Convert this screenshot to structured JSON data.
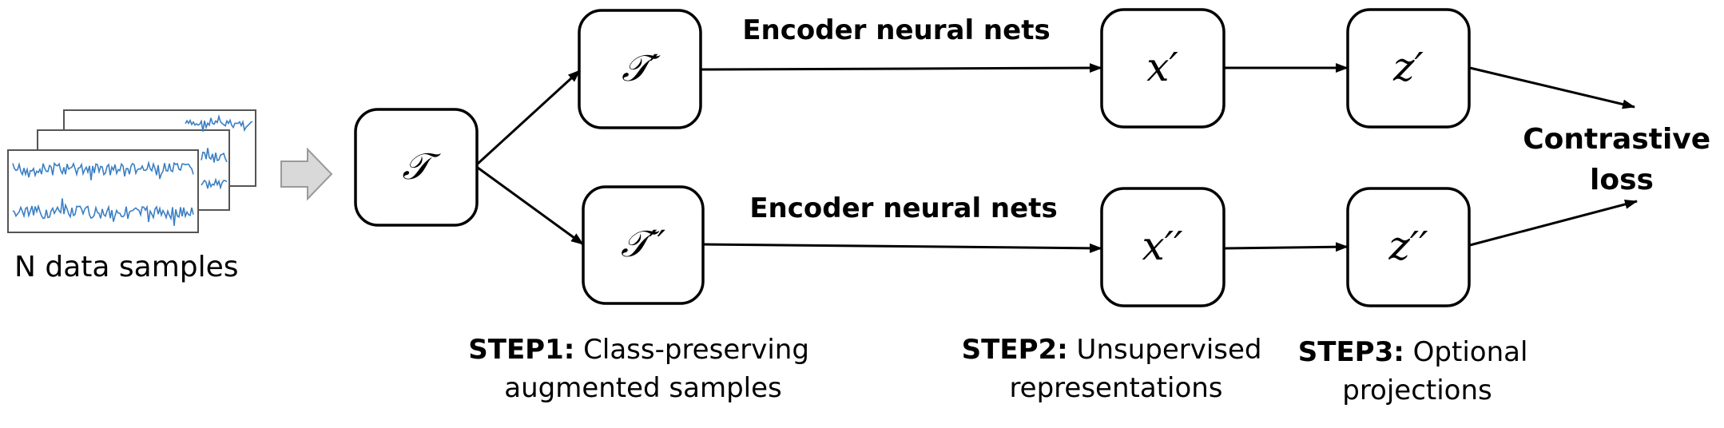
{
  "samples_label": "N data samples",
  "nodes": {
    "t": "𝒯",
    "t1": "𝒯′",
    "t2": "𝒯′′",
    "x1": "x′",
    "x2": "x′′",
    "z1": "z′",
    "z2": "z′′"
  },
  "encoder_labels": {
    "top": "Encoder neural nets",
    "bottom": "Encoder neural nets"
  },
  "loss_label": {
    "line1": "Contrastive",
    "line2": "loss"
  },
  "steps": [
    {
      "head": "STEP1:",
      "rest": " Class-preserving",
      "line2": "augmented samples"
    },
    {
      "head": "STEP2:",
      "rest": " Unsupervised",
      "line2": "representations"
    },
    {
      "head": "STEP3:",
      "rest": " Optional",
      "line2": "projections"
    }
  ],
  "colors": {
    "signal": "#3b7fc4",
    "arrow_fill": "#d9d9d9",
    "stroke": "#000000"
  }
}
